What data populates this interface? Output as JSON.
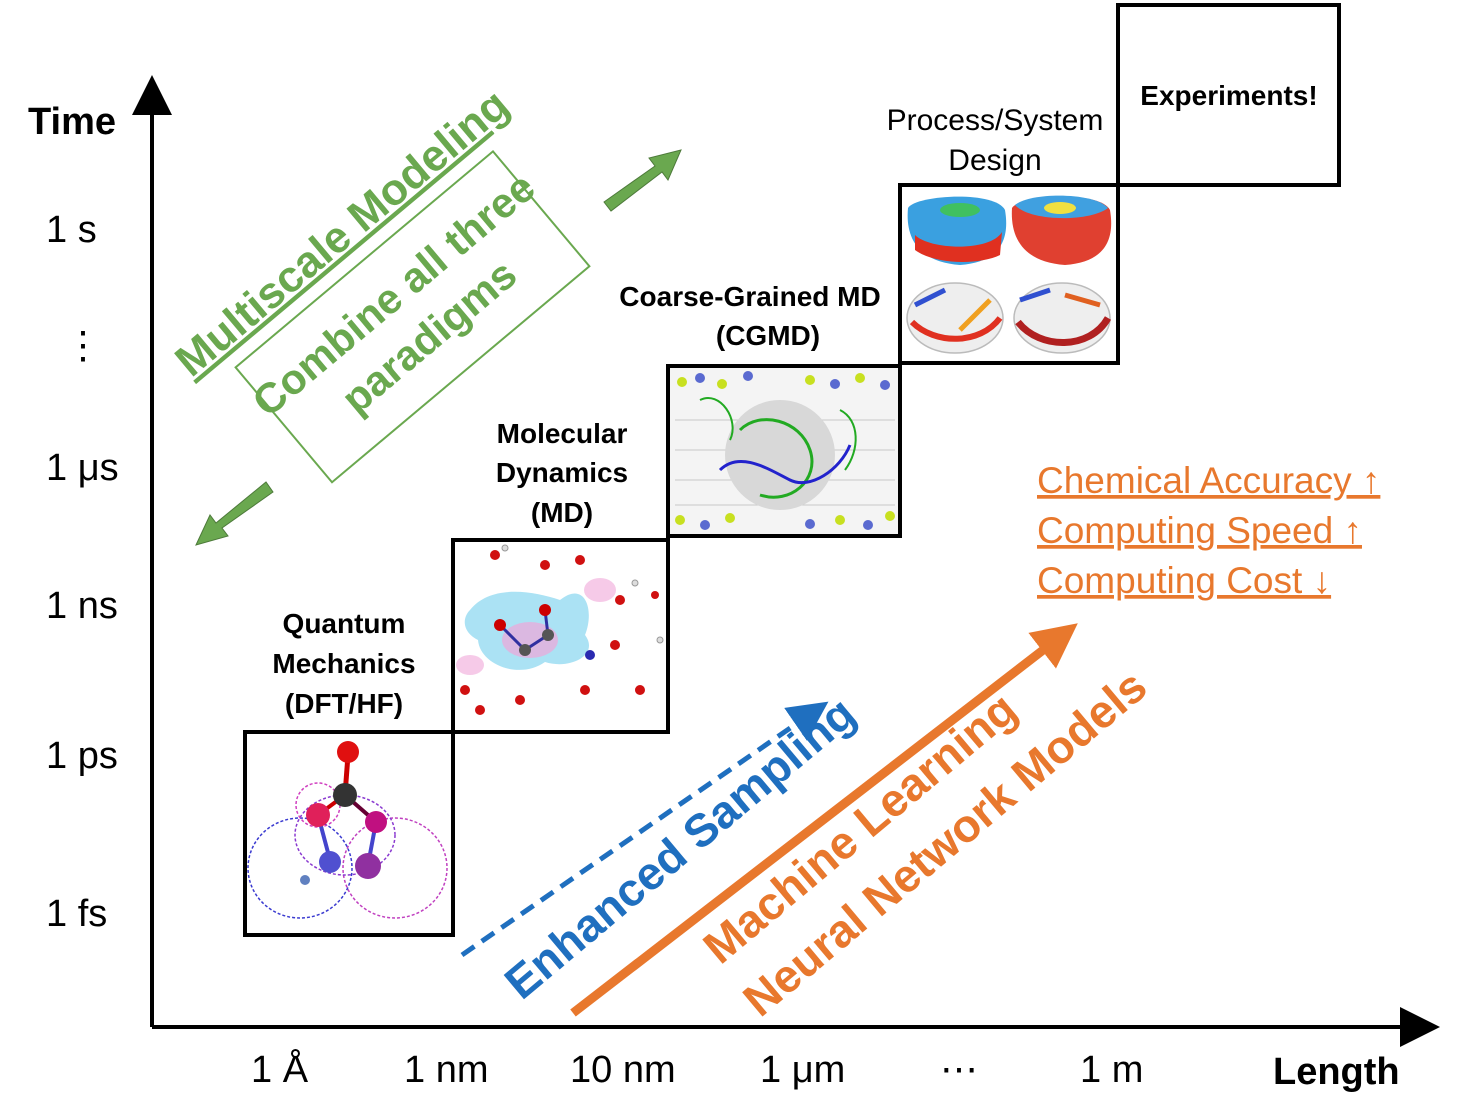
{
  "axes": {
    "y_title": "Time",
    "x_title": "Length",
    "y_ticks": [
      "1 s",
      "⋮",
      "1 μs",
      "1 ns",
      "1 ps",
      "1 fs"
    ],
    "x_ticks": [
      "1 Å",
      "1 nm",
      "10 nm",
      "1 μm",
      "⋯",
      "1 m"
    ]
  },
  "paradigms": {
    "qm": [
      "Quantum",
      "Mechanics",
      "(DFT/HF)"
    ],
    "md": [
      "Molecular",
      "Dynamics",
      "(MD)"
    ],
    "cgmd": [
      "Coarse-Grained  MD",
      "(CGMD)"
    ],
    "process": [
      "Process/System",
      "Design"
    ],
    "experiments": "Experiments!"
  },
  "multiscale": {
    "title": "Multiscale Modeling",
    "line1": "Combine all three",
    "line2": "paradigms"
  },
  "methods": {
    "enhanced": "Enhanced Sampling",
    "ml1": "Machine Learning",
    "ml2": "Neural Network Models"
  },
  "benefits": [
    "Chemical Accuracy ↑",
    "Computing Speed ↑",
    "Computing Cost ↓"
  ],
  "colors": {
    "green": "#6aa84f",
    "blue": "#1f6fbf",
    "orange": "#e8782d"
  }
}
